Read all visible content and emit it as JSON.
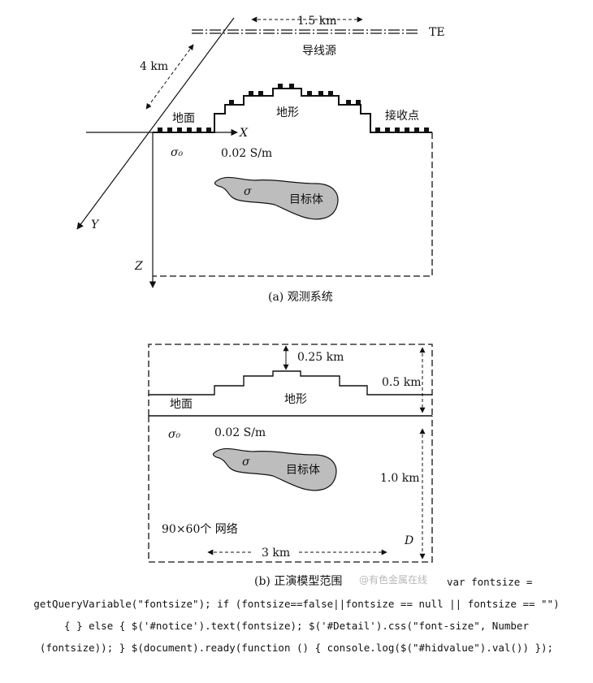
{
  "figure_a": {
    "caption": "(a) 观测系统",
    "distance_label": "1.5 km",
    "te_label": "TE",
    "source_label": "导线源",
    "offset_label": "4 km",
    "ground_label": "地面",
    "terrain_label": "地形",
    "receiver_label": "接收点",
    "x_axis": "X",
    "y_axis": "Y",
    "z_axis": "Z",
    "sigma0": "σ₀",
    "conductivity": "0.02 S/m",
    "sigma": "σ",
    "target_label": "目标体"
  },
  "figure_b": {
    "caption": "(b) 正演模型范围",
    "top_gap": "0.25 km",
    "terrain_height": "0.5 km",
    "ground_label": "地面",
    "terrain_label": "地形",
    "sigma0": "σ₀",
    "conductivity": "0.02 S/m",
    "sigma": "σ",
    "target_label": "目标体",
    "depth_value": "1.0 km",
    "depth_axis": "D",
    "width_value": "3 km",
    "grid_label": "90×60个 网络"
  },
  "watermark": "@有色金属在线",
  "code_text": {
    "line1": "var fontsize =",
    "line2": "getQueryVariable(\"fontsize\"); if (fontsize==false||fontsize == null || fontsize == \"\")",
    "line3": "{ } else { $('#notice').text(fontsize); $('#Detail').css(\"font-size\", Number",
    "line4": "(fontsize)); } $(document).ready(function () { console.log($(\"#hidvalue\").val()) });"
  },
  "colors": {
    "target_fill": "#bdbdbd",
    "line": "#111111"
  }
}
